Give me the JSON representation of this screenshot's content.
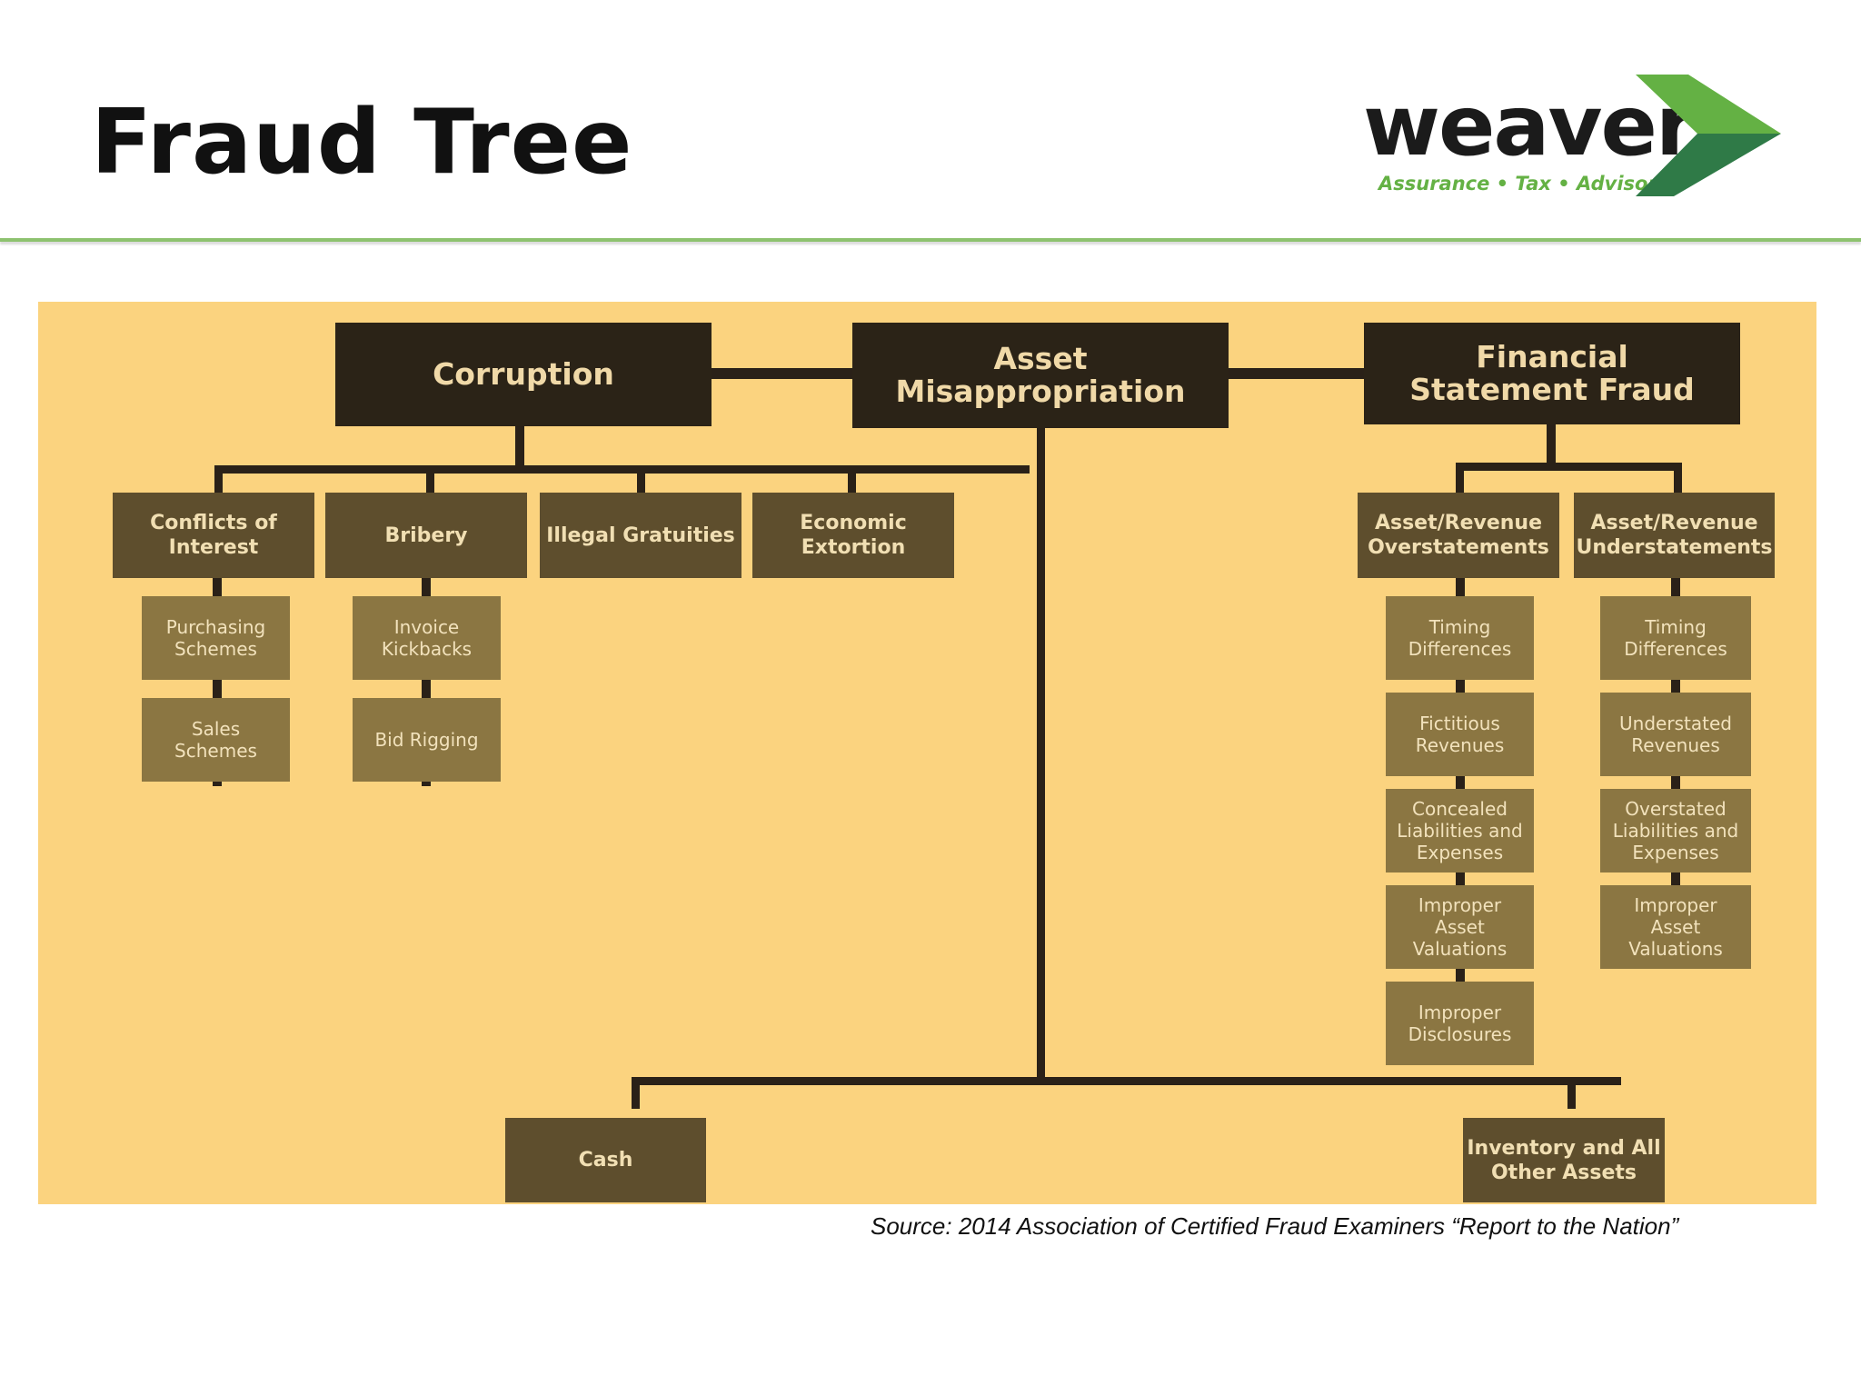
{
  "slide": {
    "title": "Fraud Tree",
    "source": "Source:  2014 Association of Certified Fraud Examiners “Report to the Nation”"
  },
  "logo": {
    "word": "weaver",
    "tagline": "Assurance • Tax • Advisory"
  },
  "colors": {
    "accent_green": "#8dc26f",
    "logo_green": "#64b144",
    "logo_dark_green": "#2f7a47",
    "panel": "#fbd37f",
    "top_box": "#2b2317",
    "mid_box": "#5e4e2d",
    "leaf_box": "#8b7642"
  },
  "tree": {
    "corruption": {
      "label": "Corruption",
      "children": {
        "conflicts": {
          "label": "Conflicts of\nInterest",
          "children": [
            "Purchasing\nSchemes",
            "Sales\nSchemes"
          ]
        },
        "bribery": {
          "label": "Bribery",
          "children": [
            "Invoice\nKickbacks",
            "Bid Rigging"
          ]
        },
        "gratuities": {
          "label": "Illegal Gratuities"
        },
        "extortion": {
          "label": "Economic\nExtortion"
        }
      }
    },
    "asset": {
      "label": "Asset\nMisappropriation",
      "children": [
        "Cash",
        "Inventory and All\nOther Assets"
      ]
    },
    "financial": {
      "label": "Financial\nStatement Fraud",
      "children": {
        "over": {
          "label": "Asset/Revenue\nOverstatements",
          "children": [
            "Timing\nDifferences",
            "Fictitious\nRevenues",
            "Concealed\nLiabilities and\nExpenses",
            "Improper\nAsset\nValuations",
            "Improper\nDisclosures"
          ]
        },
        "under": {
          "label": "Asset/Revenue\nUnderstatements",
          "children": [
            "Timing\nDifferences",
            "Understated\nRevenues",
            "Overstated\nLiabilities and\nExpenses",
            "Improper\nAsset\nValuations"
          ]
        }
      }
    }
  }
}
